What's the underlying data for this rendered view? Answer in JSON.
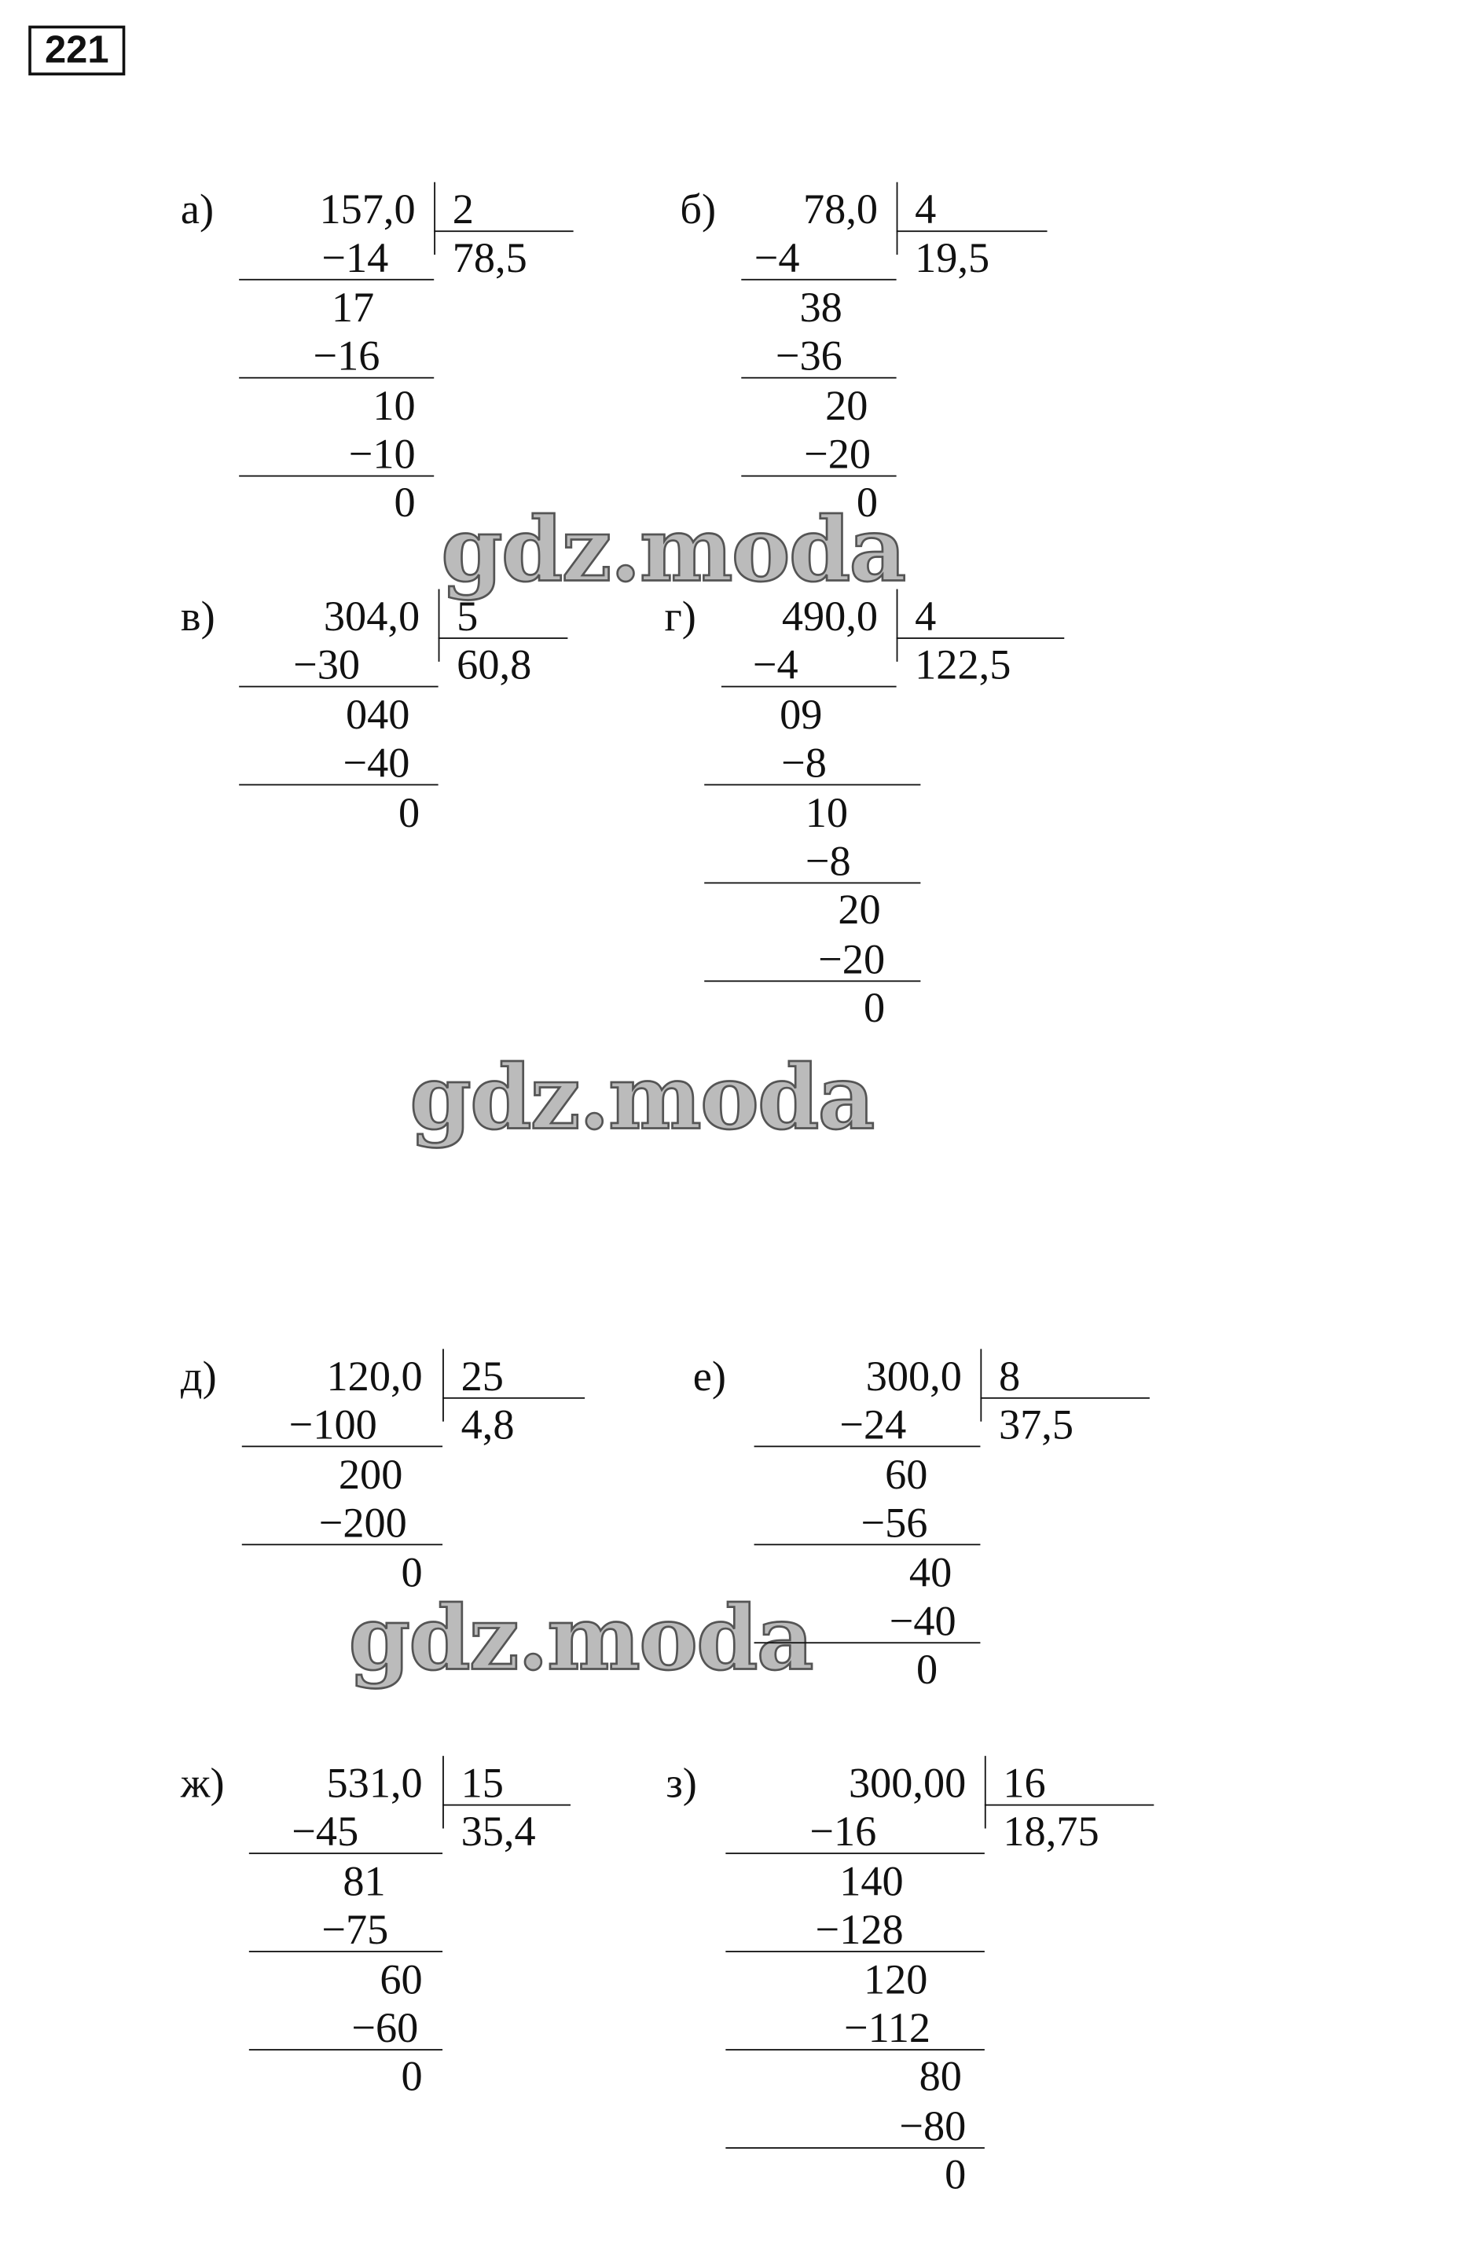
{
  "task_number": "221",
  "watermark": "gdz.moda",
  "problems": [
    {
      "label": "а)",
      "dividend": "157,0",
      "divisor": "2",
      "quotient": "78,5",
      "steps": [
        "−14",
        "17",
        "−16",
        "10",
        "−10",
        "0"
      ]
    },
    {
      "label": "б)",
      "dividend": "78,0",
      "divisor": "4",
      "quotient": "19,5",
      "steps": [
        "−4",
        "38",
        "−36",
        "20",
        "−20",
        "0"
      ]
    },
    {
      "label": "в)",
      "dividend": "304,0",
      "divisor": "5",
      "quotient": "60,8",
      "steps": [
        "−30",
        "040",
        "−40",
        "0"
      ]
    },
    {
      "label": "г)",
      "dividend": "490,0",
      "divisor": "4",
      "quotient": "122,5",
      "steps": [
        "−4",
        "09",
        "−8",
        "10",
        "−8",
        "20",
        "−20",
        "0"
      ]
    },
    {
      "label": "д)",
      "dividend": "120,0",
      "divisor": "25",
      "quotient": "4,8",
      "steps": [
        "−100",
        "200",
        "−200",
        "0"
      ]
    },
    {
      "label": "е)",
      "dividend": "300,0",
      "divisor": "8",
      "quotient": "37,5",
      "steps": [
        "−24",
        "60",
        "−56",
        "40",
        "−40",
        "0"
      ]
    },
    {
      "label": "ж)",
      "dividend": "531,0",
      "divisor": "15",
      "quotient": "35,4",
      "steps": [
        "−45",
        "81",
        "−75",
        "60",
        "−60",
        "0"
      ]
    },
    {
      "label": "з)",
      "dividend": "300,00",
      "divisor": "16",
      "quotient": "18,75",
      "steps": [
        "−16",
        "140",
        "−128",
        "120",
        "−112",
        "80",
        "−80",
        "0"
      ]
    }
  ]
}
